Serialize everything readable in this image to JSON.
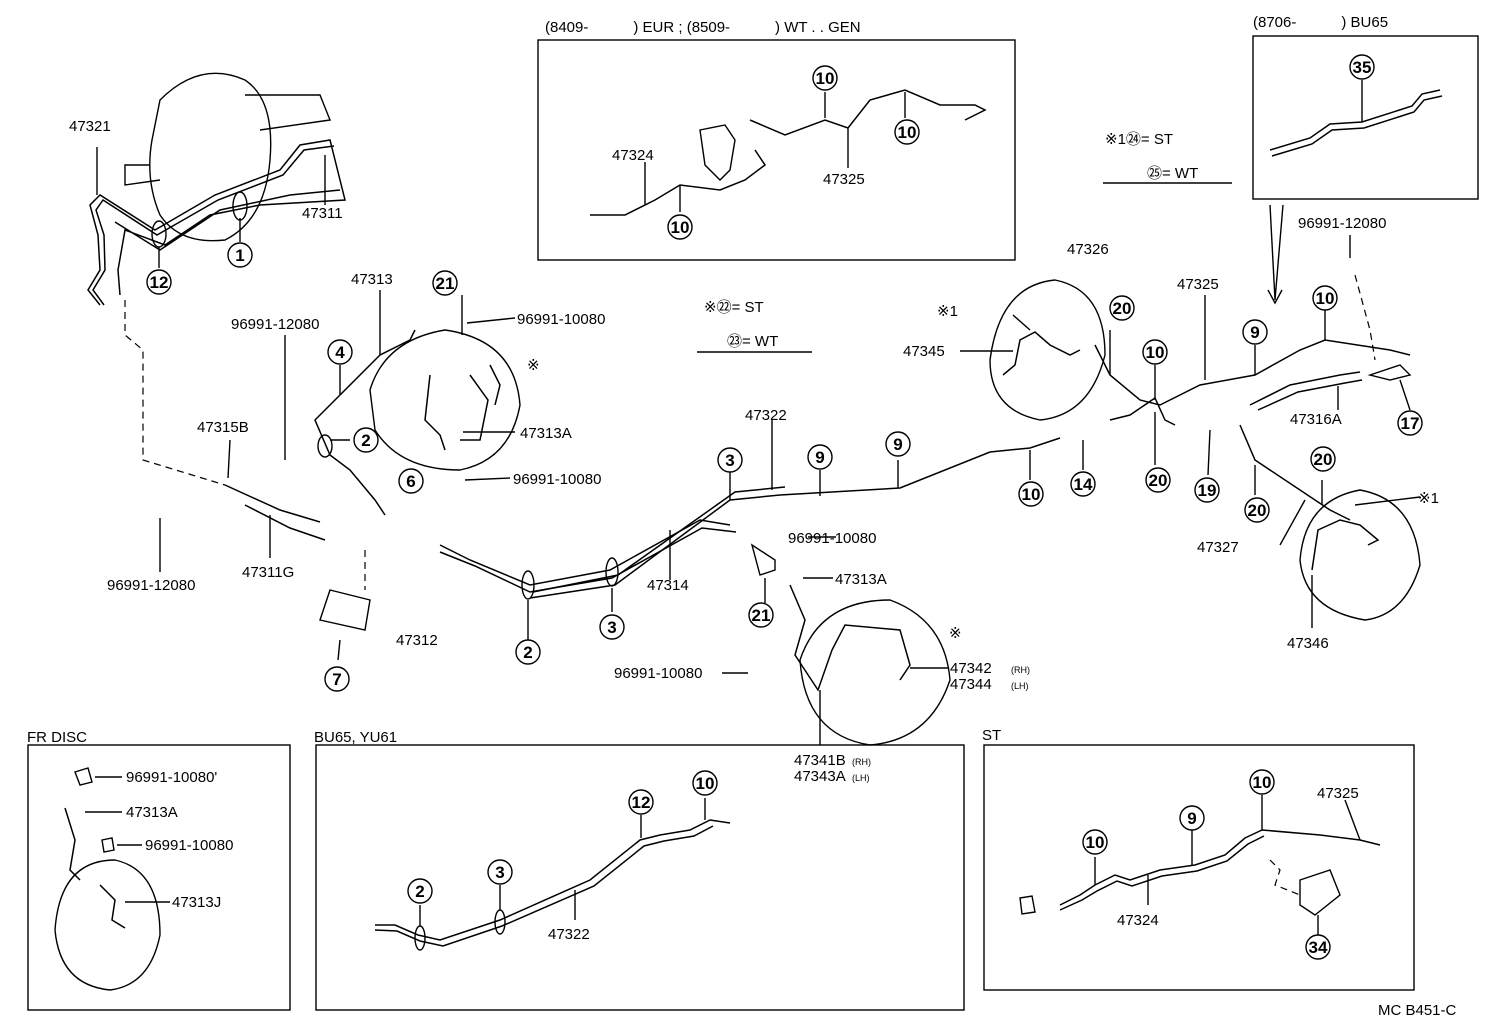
{
  "insets": {
    "eur_wt_gen": "(8409-　　　) EUR ; (8509-　　　) WT . . GEN",
    "bu65_top": "(8706-　　　) BU65",
    "fr_disc": "FR DISC",
    "bu65_yu61": "BU65, YU61",
    "st": "ST"
  },
  "notes": {
    "n1_24": "※1㉔= ST",
    "n1_25": "㉕= WT",
    "n22": "※㉒= ST",
    "n23": "㉓= WT"
  },
  "parts": {
    "p47321": "47321",
    "p47311": "47311",
    "p47313": "47313",
    "p47313A": "47313A",
    "p47315B": "47315B",
    "p47311G": "47311G",
    "p47312": "47312",
    "p47314": "47314",
    "p47322": "47322",
    "p47324": "47324",
    "p47325": "47325",
    "p47326": "47326",
    "p47345": "47345",
    "p47316A": "47316A",
    "p47327": "47327",
    "p47346": "47346",
    "p47342": "47342",
    "p47344": "47344",
    "p47341B": "47341B",
    "p47343A": "47343A",
    "p47313J": "47313J",
    "c96991_12080": "96991-12080",
    "c96991_10080": "96991-10080",
    "c96991_10080p": "96991-10080'",
    "rh": "(RH)",
    "lh": "(LH)",
    "mark": "※",
    "mark1": "※1"
  },
  "callouts": {
    "c1": "1",
    "c2": "2",
    "c3": "3",
    "c4": "4",
    "c6": "6",
    "c7": "7",
    "c9": "9",
    "c10": "10",
    "c12": "12",
    "c14": "14",
    "c17": "17",
    "c19": "19",
    "c20": "20",
    "c21": "21",
    "c34": "34",
    "c35": "35"
  },
  "footer": {
    "code": "MC B451-C"
  }
}
